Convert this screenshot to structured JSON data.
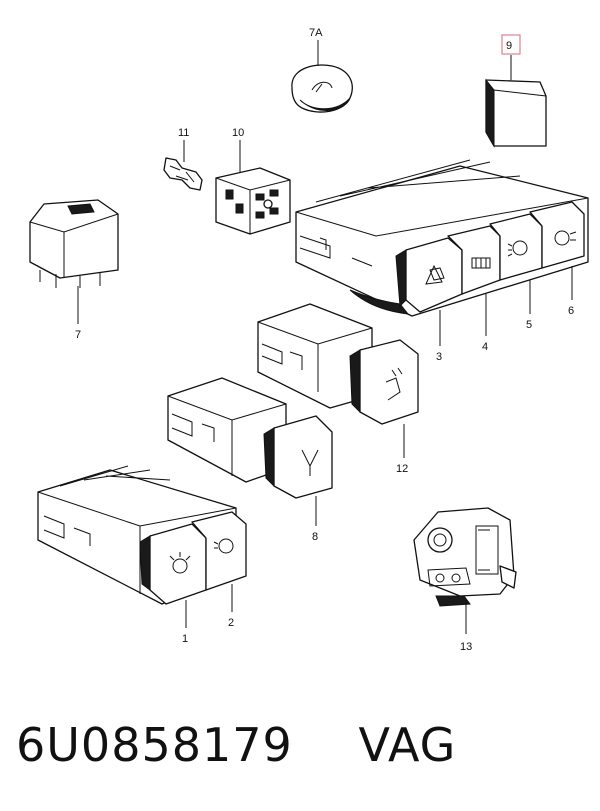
{
  "diagram": {
    "part_labels": {
      "p7a": "7A",
      "p9": "9",
      "p11": "11",
      "p10": "10",
      "p7": "7",
      "p3": "3",
      "p4": "4",
      "p5": "5",
      "p6": "6",
      "p12": "12",
      "p8": "8",
      "p1": "1",
      "p2": "2",
      "p13": "13"
    },
    "highlight_color": "#e08090"
  },
  "caption": {
    "part_number": "6U0858179",
    "brand": "VAG"
  }
}
